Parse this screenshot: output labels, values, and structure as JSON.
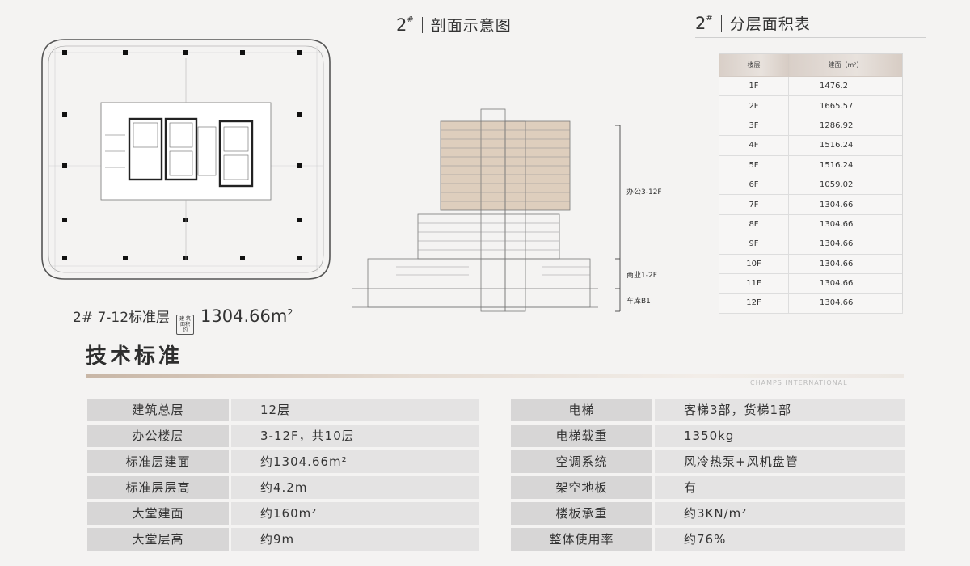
{
  "floor_plan": {
    "caption_prefix": "2# 7-12标准层",
    "badge": "建 筑\n面积约",
    "area_value": "1304.66m",
    "area_unit_sup": "2"
  },
  "section": {
    "num": "2",
    "num_sup": "#",
    "label": "剖面示意图",
    "zones": [
      {
        "label": "办公3-12F"
      },
      {
        "label": "商业1-2F"
      },
      {
        "label": "车库B1"
      }
    ]
  },
  "floor_table": {
    "num": "2",
    "num_sup": "#",
    "title": "分层面积表",
    "headers": [
      "楼层",
      "建面（m²）"
    ],
    "rows": [
      {
        "floor": "1F",
        "area": "1476.2"
      },
      {
        "floor": "2F",
        "area": "1665.57"
      },
      {
        "floor": "3F",
        "area": "1286.92"
      },
      {
        "floor": "4F",
        "area": "1516.24"
      },
      {
        "floor": "5F",
        "area": "1516.24"
      },
      {
        "floor": "6F",
        "area": "1059.02"
      },
      {
        "floor": "7F",
        "area": "1304.66"
      },
      {
        "floor": "8F",
        "area": "1304.66"
      },
      {
        "floor": "9F",
        "area": "1304.66"
      },
      {
        "floor": "10F",
        "area": "1304.66"
      },
      {
        "floor": "11F",
        "area": "1304.66"
      },
      {
        "floor": "12F",
        "area": "1304.66"
      }
    ]
  },
  "tech": {
    "title": "技术标准",
    "brand": "CHAMPS INTERNATIONAL",
    "left": [
      {
        "key": "建筑总层",
        "value": "12层"
      },
      {
        "key": "办公楼层",
        "value": "3-12F，共10层"
      },
      {
        "key": "标准层建面",
        "value": "约1304.66m²"
      },
      {
        "key": "标准层层高",
        "value": "约4.2m"
      },
      {
        "key": "大堂建面",
        "value": "约160m²"
      },
      {
        "key": "大堂层高",
        "value": "约9m"
      }
    ],
    "right": [
      {
        "key": "电梯",
        "value": "客梯3部，货梯1部"
      },
      {
        "key": "电梯载重",
        "value": "1350kg"
      },
      {
        "key": "空调系统",
        "value": "风冷热泵+风机盘管"
      },
      {
        "key": "架空地板",
        "value": "有"
      },
      {
        "key": "楼板承重",
        "value": "约3KN/m²"
      },
      {
        "key": "整体使用率",
        "value": "约76%"
      }
    ]
  },
  "colors": {
    "office_fill": "#d9c7b4",
    "table_header": "#ddd3cc",
    "key_bg": "#d7d6d6",
    "value_bg": "#e4e3e3"
  }
}
